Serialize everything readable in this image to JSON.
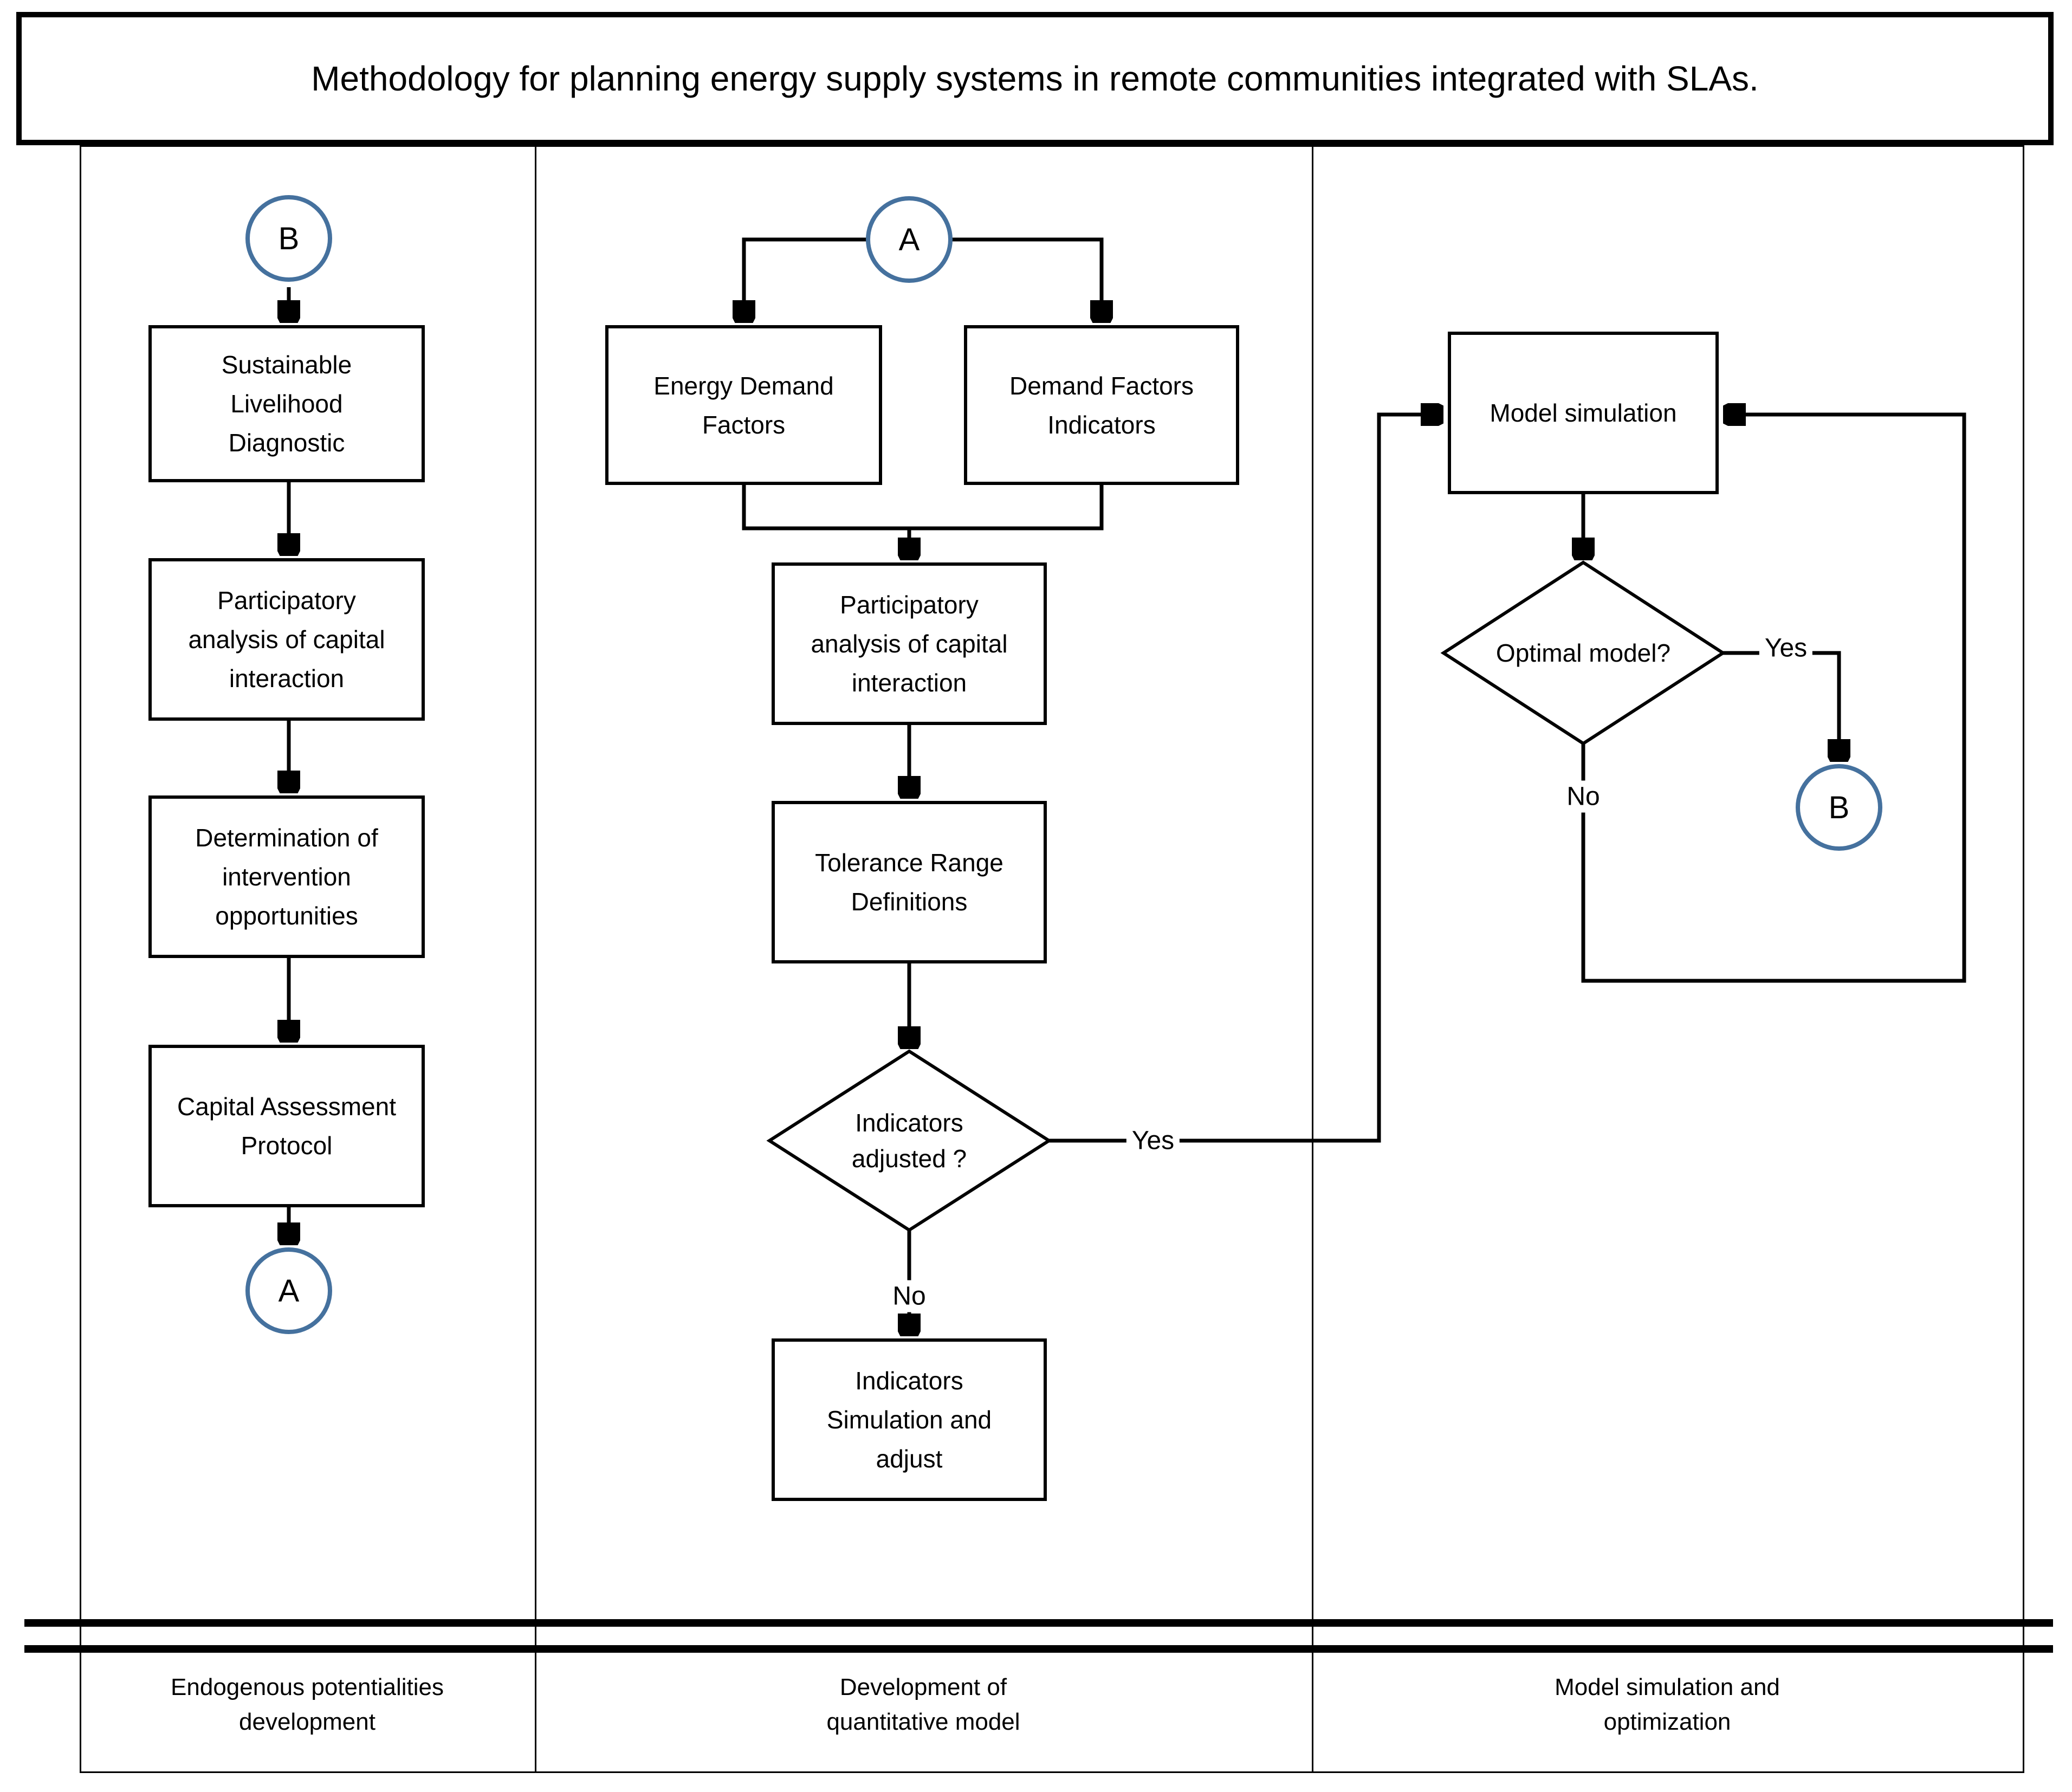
{
  "title": "Methodology for planning energy supply systems in remote communities integrated with SLAs.",
  "colors": {
    "circle_stroke": "#45719E",
    "connector": "#000000"
  },
  "lanes": [
    {
      "label_line1": "Endogenous potentialities",
      "label_line2": "development"
    },
    {
      "label_line1": "Development of",
      "label_line2": "quantitative model"
    },
    {
      "label_line1": "Model simulation and",
      "label_line2": "optimization"
    }
  ],
  "nodes": {
    "start_b": {
      "label": "B"
    },
    "sld": {
      "lines": [
        "Sustainable",
        "Livelihood",
        "Diagnostic"
      ]
    },
    "paci_left": {
      "lines": [
        "Participatory",
        "analysis of capital",
        "interaction"
      ]
    },
    "dio": {
      "lines": [
        "Determination of",
        "intervention",
        "opportunities"
      ]
    },
    "cap": {
      "lines": [
        "Capital Assessment",
        "Protocol"
      ]
    },
    "end_a": {
      "label": "A"
    },
    "start_a": {
      "label": "A"
    },
    "edf": {
      "lines": [
        "Energy Demand",
        "Factors"
      ]
    },
    "dfi": {
      "lines": [
        "Demand Factors",
        "Indicators"
      ]
    },
    "paci_mid": {
      "lines": [
        "Participatory",
        "analysis of capital",
        "interaction"
      ]
    },
    "trd": {
      "lines": [
        "Tolerance Range",
        "Definitions"
      ]
    },
    "ind_adj": {
      "lines": [
        "Indicators",
        "adjusted ?"
      ]
    },
    "isa": {
      "lines": [
        "Indicators",
        "Simulation and",
        "adjust"
      ]
    },
    "model_sim": {
      "lines": [
        "Model simulation"
      ]
    },
    "opt_model": {
      "lines": [
        "Optimal model?"
      ]
    },
    "end_b": {
      "label": "B"
    }
  },
  "edges": {
    "yes_mid": "Yes",
    "no_mid": "No",
    "yes_right": "Yes",
    "no_right": "No"
  }
}
